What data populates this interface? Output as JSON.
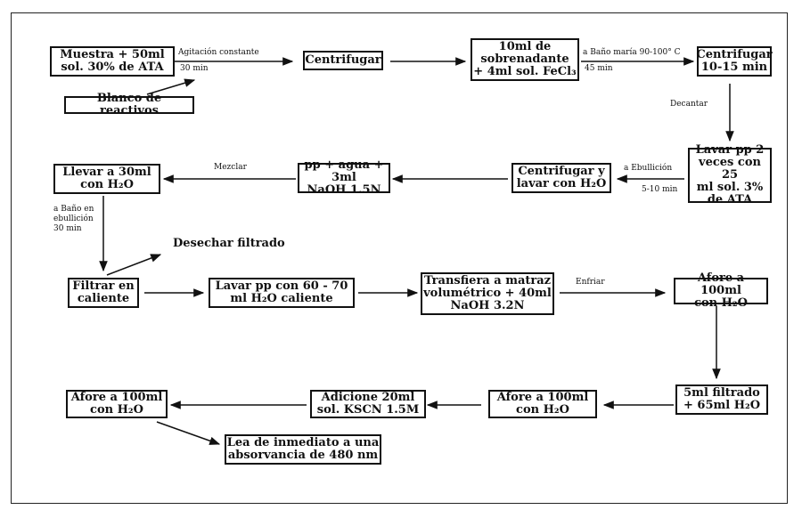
{
  "boxes": {
    "muestra": "Muestra + 50ml\nsol. 30% de ATA",
    "blanco": "Blanco de reactivos",
    "centrifugar1": "Centrifugar",
    "sobrenadante": "10ml de\nsobrenadante\n+ 4ml sol. FeCl₃",
    "centrifugar2": "Centrifugar\n10-15 min",
    "lavar_pp2": "Lavar pp 2\nveces con 25\nml sol. 3%\nde ATA",
    "centrifugar_lavar": "Centrifugar y\nlavar con H₂O",
    "pp_agua": "pp + agua + 3ml\nNaOH 1.5N",
    "llevar30": "Llevar a 30ml\ncon H₂O",
    "filtrar": "Filtrar en\ncaliente",
    "lavar_pp60": "Lavar pp con 60 - 70\nml H₂O caliente",
    "transfiera": "Transfiera a matraz\nvolumétrico + 40ml\nNaOH 3.2N",
    "afore1": "Afore a 100ml\ncon H₂O",
    "filtrado5": "5ml filtrado\n+ 65ml H₂O",
    "afore2": "Afore a 100ml\ncon H₂O",
    "adicione": "Adicione 20ml\nsol. KSCN 1.5M",
    "afore3": "Afore a 100ml\ncon H₂O",
    "lea": "Lea de inmediato a una\nabsorvancia de 480 nm"
  },
  "texts": {
    "desechar": "Desechar filtrado"
  },
  "labels": {
    "agitacion": "Agitación constante",
    "t30min": "30 min",
    "bano1": "a Baño maría 90-100° C",
    "t45min": "45 min",
    "decantar": "Decantar",
    "ebullicion": "a Ebullición",
    "t510": "5-10 min",
    "mezclar": "Mezclar",
    "bano2": "a Baño en\nebullición\n30 min",
    "enfriar": "Enfriar"
  }
}
